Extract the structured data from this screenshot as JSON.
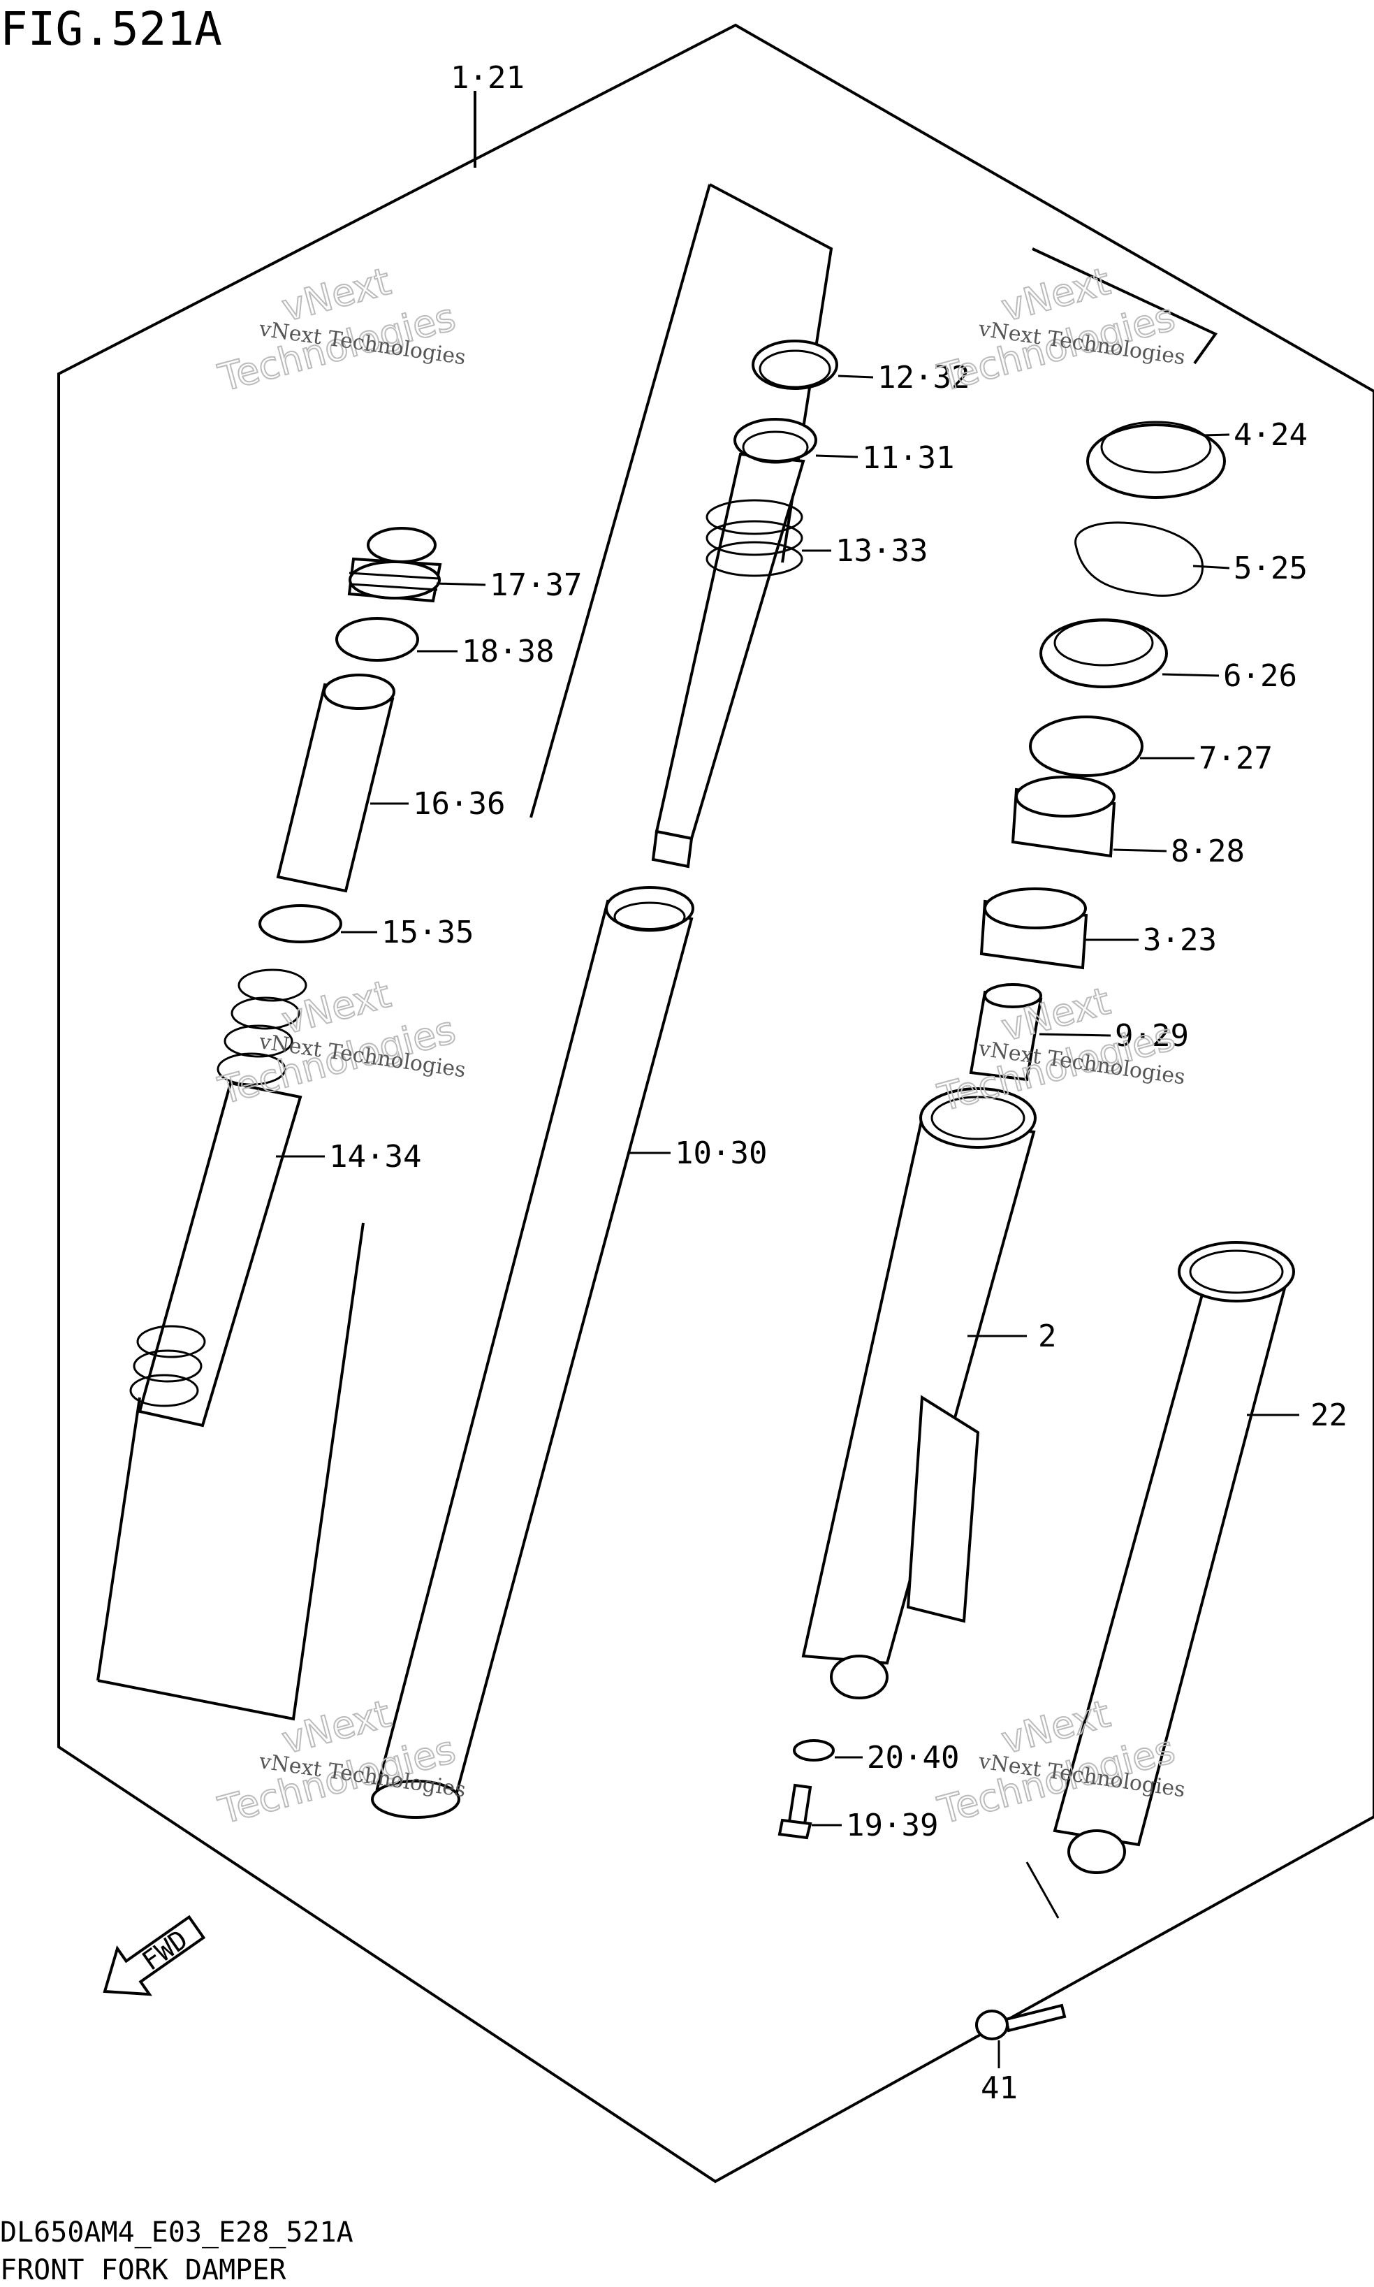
{
  "figure": {
    "title": "FIG.521A"
  },
  "footer": {
    "code": "DL650AM4_E03_E28_521A",
    "caption": "FRONT FORK DAMPER"
  },
  "watermark": {
    "line1": "vNext Technologies",
    "line2": "Technologies",
    "line3": "vNext"
  },
  "fwd_label": "FWD",
  "callouts": [
    {
      "id": "c-1-21",
      "text": "1·21"
    },
    {
      "id": "c-12-32",
      "text": "12·32"
    },
    {
      "id": "c-11-31",
      "text": "11·31"
    },
    {
      "id": "c-13-33",
      "text": "13·33"
    },
    {
      "id": "c-4-24",
      "text": "4·24"
    },
    {
      "id": "c-5-25",
      "text": "5·25"
    },
    {
      "id": "c-6-26",
      "text": "6·26"
    },
    {
      "id": "c-7-27",
      "text": "7·27"
    },
    {
      "id": "c-8-28",
      "text": "8·28"
    },
    {
      "id": "c-3-23",
      "text": "3·23"
    },
    {
      "id": "c-9-29",
      "text": "9·29"
    },
    {
      "id": "c-17-37",
      "text": "17·37"
    },
    {
      "id": "c-18-38",
      "text": "18·38"
    },
    {
      "id": "c-16-36",
      "text": "16·36"
    },
    {
      "id": "c-15-35",
      "text": "15·35"
    },
    {
      "id": "c-14-34",
      "text": "14·34"
    },
    {
      "id": "c-10-30",
      "text": "10·30"
    },
    {
      "id": "c-2",
      "text": "2"
    },
    {
      "id": "c-22",
      "text": "22"
    },
    {
      "id": "c-20-40",
      "text": "20·40"
    },
    {
      "id": "c-19-39",
      "text": "19·39"
    },
    {
      "id": "c-41",
      "text": "41"
    }
  ]
}
